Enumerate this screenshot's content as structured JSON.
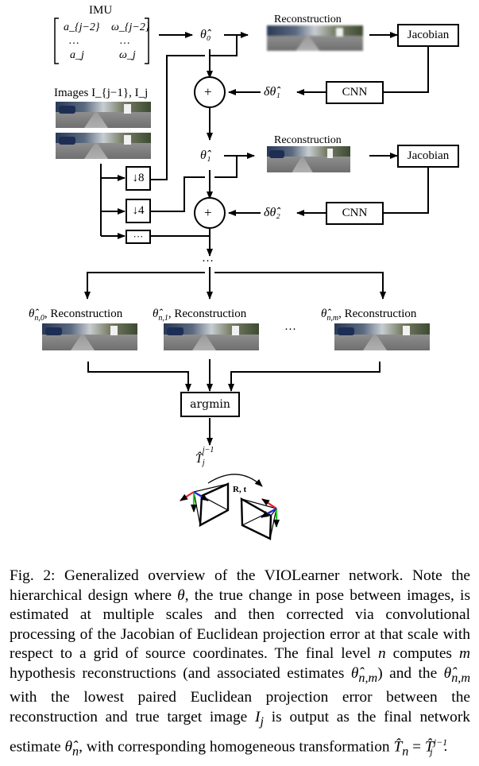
{
  "figure": {
    "imu": {
      "title": "IMU",
      "matrix": {
        "row1": [
          "a_{j−2}",
          "ω_{j−2}"
        ],
        "row2": [
          "…",
          "…"
        ],
        "row3": [
          "a_j",
          "ω_j"
        ]
      }
    },
    "images_label": "Images I_{j−1}, I_j",
    "theta0": "θ̂₀",
    "theta1": "θ̂₁",
    "delta_theta1": "δθ̂₁",
    "delta_theta2": "δθ̂₂",
    "reconstruction_label": "Reconstruction",
    "jacobian_label": "Jacobian",
    "cnn_label": "CNN",
    "plus_symbol": "+",
    "downsample_8": "↓8",
    "downsample_4": "↓4",
    "downsample_more": "···",
    "ellipsis": "···",
    "hypotheses": [
      {
        "theta": "θ̂",
        "sub": "n,0",
        "label": ", Reconstruction"
      },
      {
        "theta": "θ̂",
        "sub": "n,1",
        "label": ", Reconstruction"
      },
      {
        "theta": "θ̂",
        "sub": "n,m",
        "label": ", Reconstruction"
      }
    ],
    "argmin_label": "argmin",
    "output": {
      "base": "T̂",
      "sub": "j",
      "sup": "j−1"
    },
    "motion_label": "R, t",
    "colors": {
      "x_axis": "#e8202a",
      "y_axis": "#22cc22",
      "z_axis": "#1a2ad6"
    }
  },
  "caption": {
    "lines": [
      "Fig. 2: Generalized overview of the VIOLearner network. Note the hierarchical design where θ, the true change in pose between images, is estimated at multiple scales and then corrected via convolutional processing of the Jacobian of Euclidean projection error at that scale with respect to a grid of source coordinates. The final level n computes m hypothesis reconstructions (and associated estimates θ̂_{n,m}) and the θ̂_{n,m} with the lowest paired Euclidean projection error between the reconstruction and true target image I_j is output as the final network estimate θ̂_n, with corresponding homogeneous transformation T̂_n = T̂_j^{j−1}."
    ],
    "parts": {
      "p1": "Fig. 2: Generalized overview of the VIOLearner network. Note the hierarchical design where ",
      "theta": "θ",
      "p2": ", the true change in pose between images, is estimated at multiple scales and then corrected via convolutional processing of the Jacobian of Euclidean projection error at that scale with respect to a grid of source coordinates. The final level ",
      "n": "n",
      "p3": " computes ",
      "m": "m",
      "p4": " hypothesis reconstructions (and associated estimates ",
      "theta_nm": "θ̂",
      "sub_nm": "n,m",
      "p5": ") and the ",
      "p6": " with the lowest paired Euclidean projection error between the reconstruction and true target image ",
      "I": "I",
      "sub_j": "j",
      "p7": " is output as the final network estimate ",
      "sub_n": "n",
      "p8": ", with corresponding homogeneous transformation ",
      "T": "T̂",
      "eq": " = ",
      "sup": "j−1",
      "end": "."
    }
  }
}
